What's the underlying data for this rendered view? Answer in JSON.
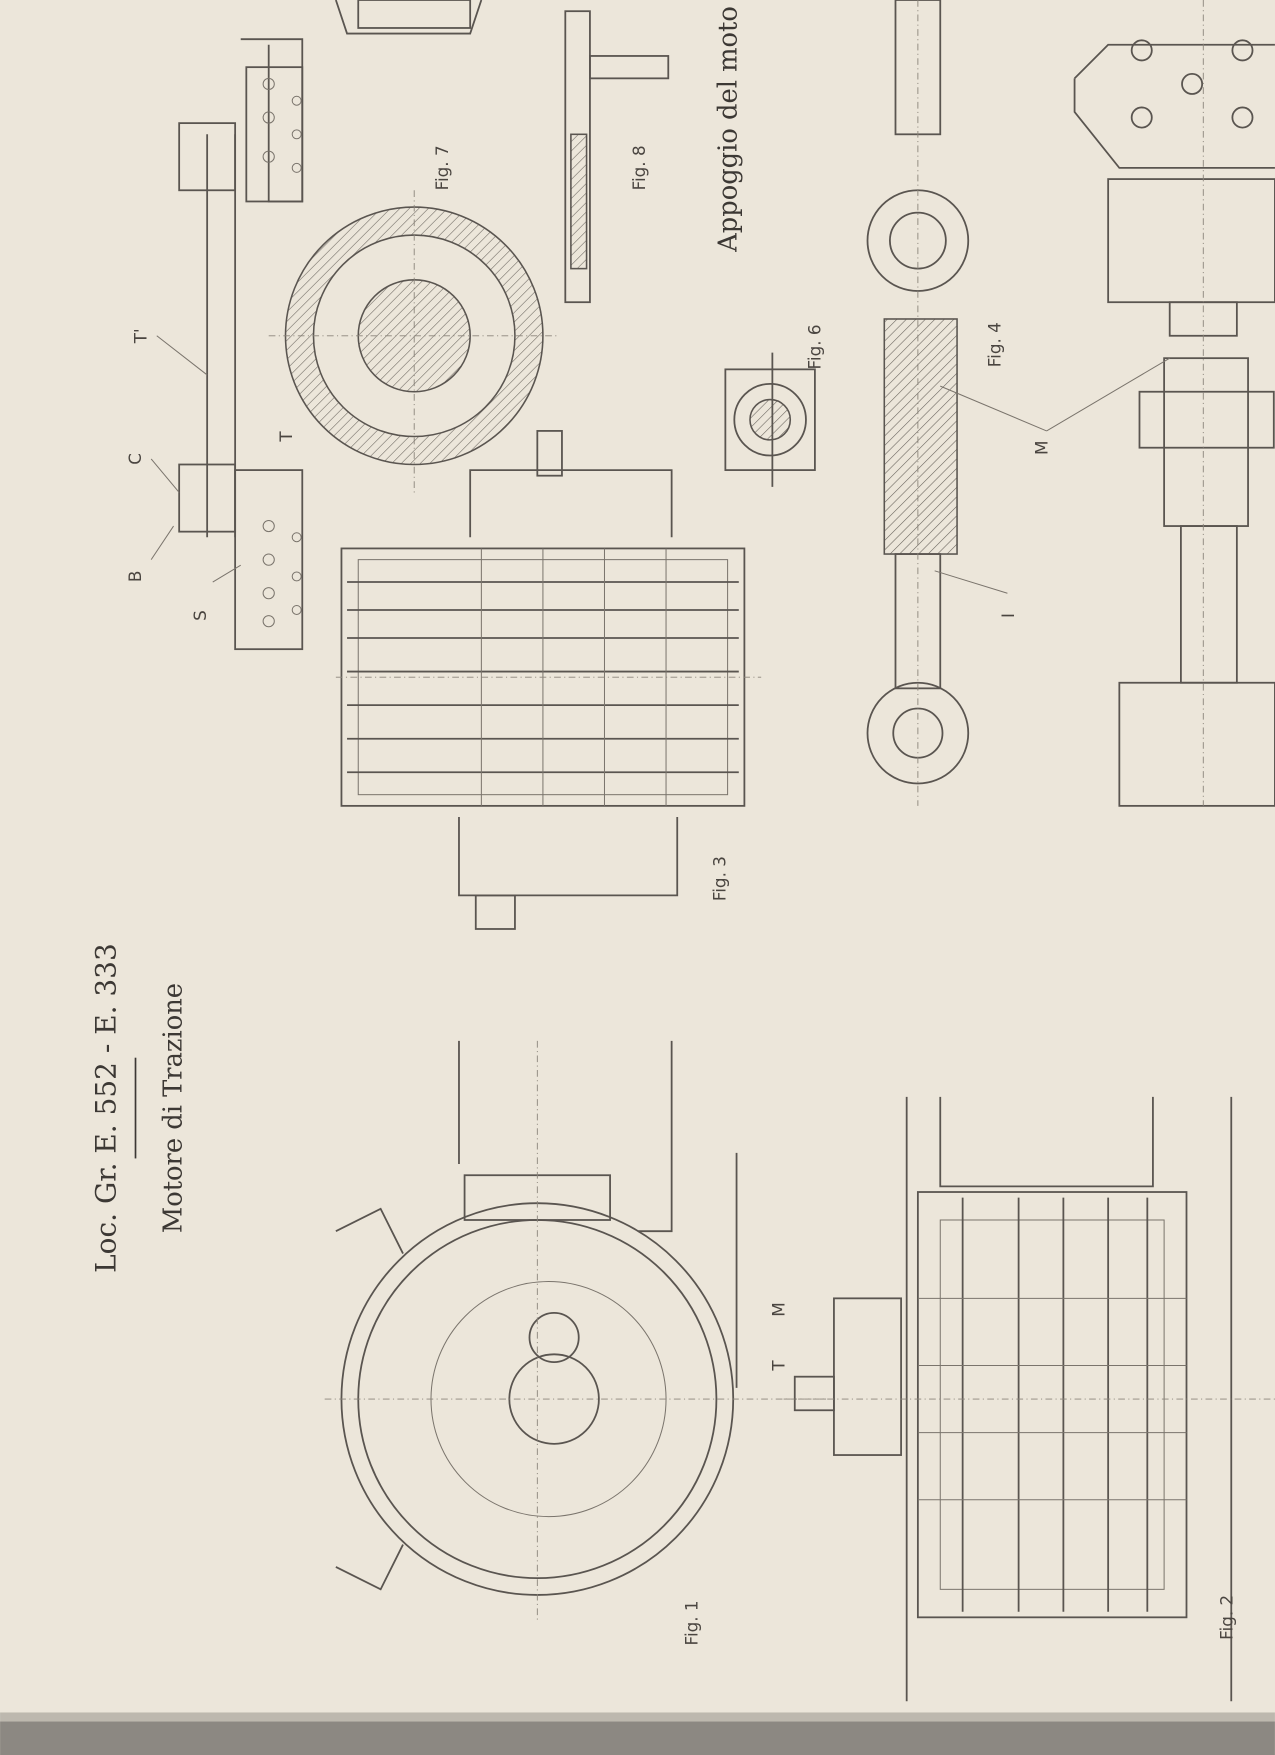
{
  "title": "Loc. Gr. E. 552 - E. 333",
  "subtitle": "Motore di Trazione",
  "section_heading": "Appoggio del moto",
  "figures": {
    "fig1": "Fig. 1",
    "fig2": "Fig. 2",
    "fig3": "Fig. 3",
    "fig4": "Fig. 4",
    "fig6": "Fig. 6",
    "fig7": "Fig. 7",
    "fig8": "Fig. 8"
  },
  "labels": {
    "s": "S",
    "b": "B",
    "c": "C",
    "t_prime": "T'",
    "t_fig7": "T",
    "i_fig4": "I",
    "m_fig4": "M",
    "m_fig1": "M",
    "t_fig1": "T"
  },
  "colors": {
    "paper": "#ece6da",
    "ink": "#5a5550",
    "gutter": "#8c8882"
  }
}
